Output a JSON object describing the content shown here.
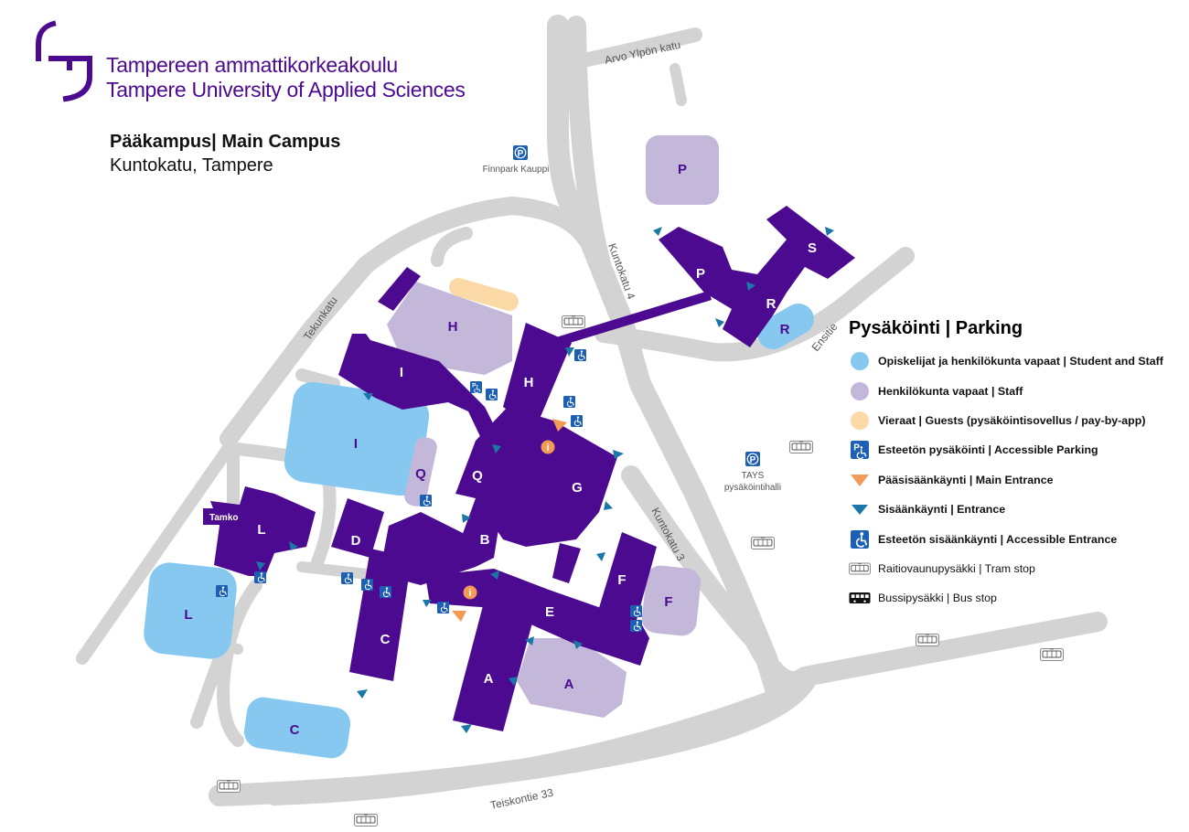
{
  "logo": {
    "line1": "Tampereen ammattikorkeakoulu",
    "line2": "Tampere University of Applied Sciences"
  },
  "campus": {
    "title": "Pääkampus| Main Campus",
    "subtitle": "Kuntokatu, Tampere"
  },
  "streets": {
    "arvo_ylpon_katu": "Arvo Ylpön katu",
    "kuntokatu_4": "Kuntokatu 4",
    "kuntokatu_3": "Kuntokatu 3",
    "tekunkatu": "Tekunkatu",
    "ensitie": "Ensitie",
    "teiskontie_33": "Teiskontie 33"
  },
  "parking_places": {
    "finnpark": "Finnpark Kauppi",
    "tays_line1": "TAYS",
    "tays_line2": "pysäköintihalli"
  },
  "buildings": {
    "A": "A",
    "B": "B",
    "C": "C",
    "D": "D",
    "E": "E",
    "F": "F",
    "G": "G",
    "H": "H",
    "I": "I",
    "L": "L",
    "P": "P",
    "Q": "Q",
    "R": "R",
    "S": "S",
    "tamko": "Tamko"
  },
  "parking_lots": {
    "student_I": "I",
    "student_L": "L",
    "student_C": "C",
    "student_R": "R",
    "staff_P": "P",
    "staff_H": "H",
    "staff_Q": "Q",
    "staff_A": "A",
    "staff_F": "F"
  },
  "info_symbol": "i",
  "legend": {
    "title": "Pysäköinti | Parking",
    "items": [
      {
        "icon": "student-staff-parking-circle",
        "label": "Opiskelijat ja henkilökunta vapaat | Student and Staff"
      },
      {
        "icon": "staff-parking-circle",
        "label": "Henkilökunta vapaat | Staff"
      },
      {
        "icon": "guest-parking-circle",
        "label": "Vieraat | Guests (pysäköintisovellus / pay-by-app)"
      },
      {
        "icon": "accessible-parking-icon",
        "label": "Esteetön pysäköinti | Accessible Parking"
      },
      {
        "icon": "main-entrance-triangle",
        "label": "Pääsisäänkäynti | Main Entrance"
      },
      {
        "icon": "entrance-triangle",
        "label": "Sisäänkäynti | Entrance"
      },
      {
        "icon": "accessible-entrance-icon",
        "label": "Esteetön sisäänkäynti | Accessible Entrance"
      },
      {
        "icon": "tram-stop-icon",
        "label": "Raitiovaunupysäkki | Tram stop"
      },
      {
        "icon": "bus-stop-icon",
        "label": "Bussipysäkki | Bus stop"
      }
    ]
  },
  "colors": {
    "building": "#4b0a8f",
    "student_staff": "#86c8f0",
    "staff": "#c3b8d9",
    "guest": "#fbd9a6",
    "accessible": "#1c5fb4",
    "main_entrance": "#f39a56",
    "entrance": "#1a77a7",
    "road": "#d3d3d3"
  }
}
